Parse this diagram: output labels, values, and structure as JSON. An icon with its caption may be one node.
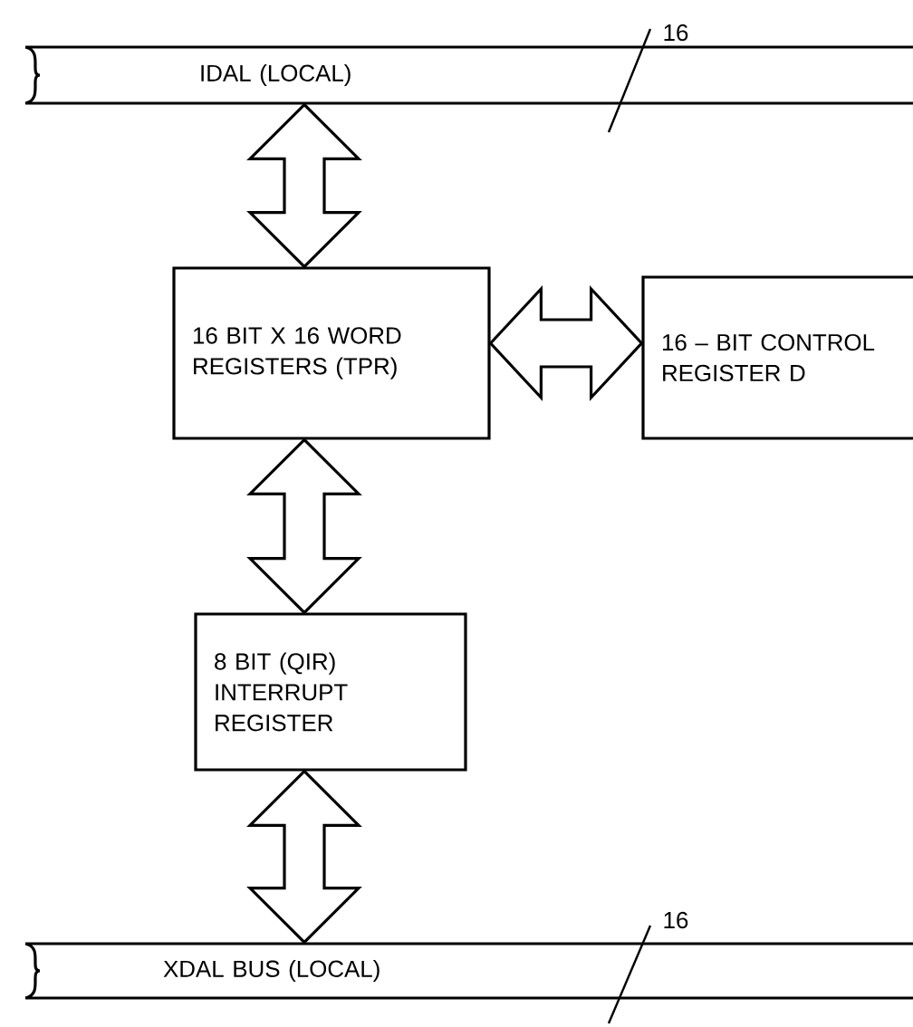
{
  "diagram": {
    "nodes": [
      {
        "text": [
          "IDAL (LOCAL)"
        ],
        "beside": [
          "16"
        ]
      },
      {
        "text": [
          "16 BIT X 16 WORD REGISTERS (TPR)"
        ]
      },
      {
        "text": [
          "16 – BIT CONTROL REGISTER D"
        ]
      },
      {
        "text": [
          "8 BIT (QIR) INTERRUPT REGISTER"
        ]
      },
      {
        "text": [
          "XDAL BUS (LOCAL)"
        ],
        "beside": [
          "16"
        ]
      }
    ],
    "edges": [
      {
        "from": 0,
        "to": 1,
        "arrow": "both"
      },
      {
        "from": 1,
        "to": 2,
        "arrow": "both"
      },
      {
        "from": 1,
        "to": 3,
        "arrow": "both"
      },
      {
        "from": 3,
        "to": 4,
        "arrow": "both"
      }
    ]
  }
}
